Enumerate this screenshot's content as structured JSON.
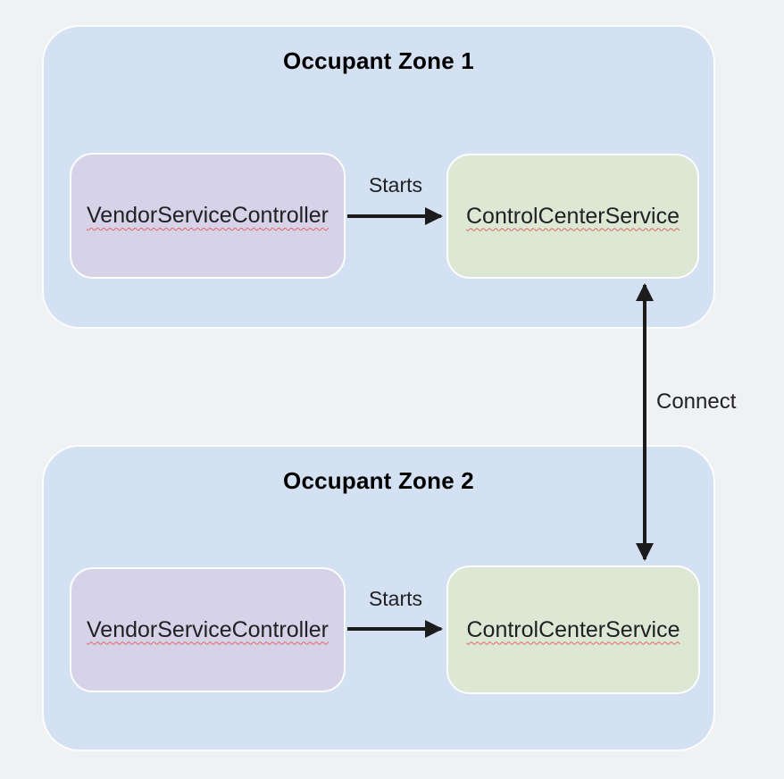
{
  "colors": {
    "background": "#f0f1f3",
    "zone_fill": "#d4e1f2",
    "zone_border": "#fbfcfd",
    "vendor_fill": "#d6d2e8",
    "control_fill": "#dce8d3",
    "box_border": "#fcfdfe",
    "arrow": "#1c1c1c",
    "text": "#202124",
    "title": "#000000",
    "squiggle": "#e06666"
  },
  "zones": [
    {
      "title": "Occupant Zone 1",
      "vendor_label": "VendorServiceController",
      "control_label": "ControlCenterService",
      "starts_label": "Starts"
    },
    {
      "title": "Occupant Zone 2",
      "vendor_label": "VendorServiceController",
      "control_label": "ControlCenterService",
      "starts_label": "Starts"
    }
  ],
  "connect_label": "Connect"
}
